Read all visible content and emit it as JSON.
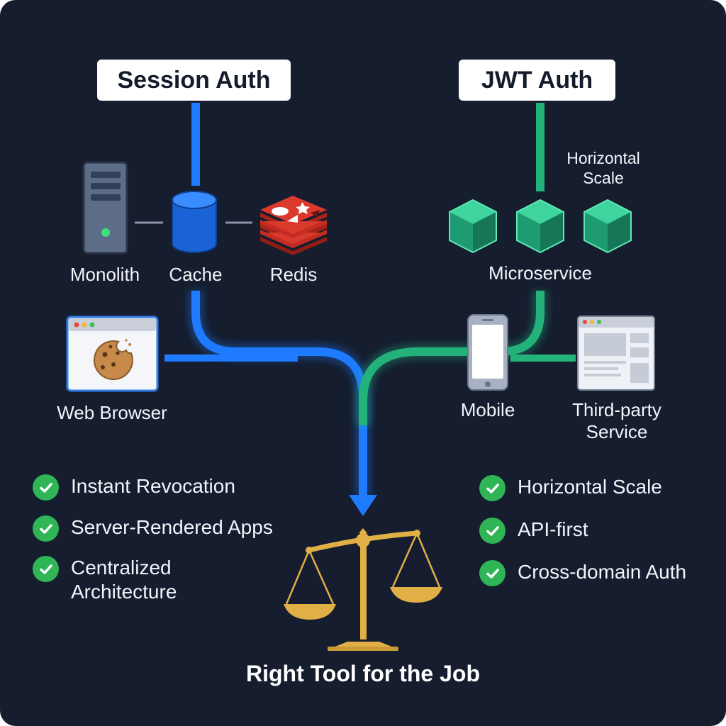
{
  "session": {
    "title": "Session Auth",
    "components": {
      "monolith": "Monolith",
      "cache": "Cache",
      "redis": "Redis",
      "browser": "Web Browser"
    },
    "benefits": [
      "Instant Revocation",
      "Server-Rendered Apps",
      "Centralized Architecture"
    ]
  },
  "jwt": {
    "title": "JWT Auth",
    "scale_note": "Horizontal Scale",
    "components": {
      "microservice": "Microservice",
      "mobile": "Mobile",
      "third_party": "Third-party Service"
    },
    "benefits": [
      "Horizontal Scale",
      "API-first",
      "Cross-domain Auth"
    ]
  },
  "footer": "Right Tool for the Job",
  "icons": {
    "server": "server-icon",
    "cache": "database-cylinder-icon",
    "redis": "redis-logo-icon",
    "browser": "browser-window-cookie-icon",
    "microservice": "cube-icon",
    "mobile": "smartphone-icon",
    "third_party": "web-app-window-icon",
    "benefit": "check-circle-icon",
    "decision": "balance-scale-icon"
  },
  "colors": {
    "background": "#151d2f",
    "session_flow": "#1e7bff",
    "jwt_flow": "#22b27a",
    "check": "#2fb556",
    "scale": "#e0b046"
  }
}
